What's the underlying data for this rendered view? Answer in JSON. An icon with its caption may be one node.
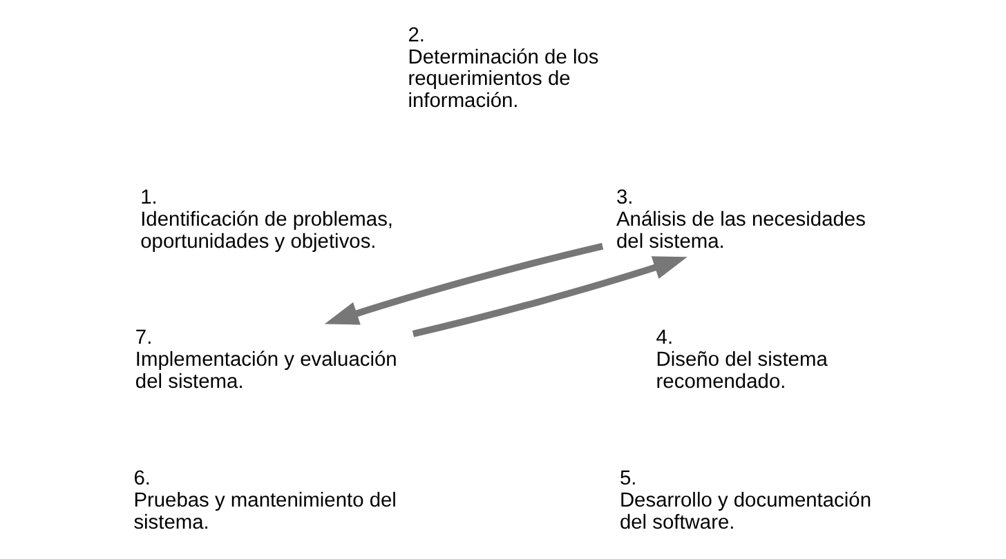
{
  "diagram": {
    "nodes": [
      {
        "text": [
          "1.",
          "Identificación de problemas, oportunidades y objetivos."
        ]
      },
      {
        "text": [
          "2.",
          "Determinación de los requerimientos de información."
        ]
      },
      {
        "text": [
          "3.",
          "Análisis de las necesidades del sistema."
        ]
      },
      {
        "text": [
          "4.",
          "Diseño del sistema recomendado."
        ]
      },
      {
        "text": [
          "5.",
          "Desarrollo y documentación del software."
        ]
      },
      {
        "text": [
          "6.",
          "Pruebas y mantenimiento del sistema."
        ]
      },
      {
        "text": [
          "7.",
          "Implementación y evaluación del sistema."
        ]
      }
    ],
    "edges": [
      {
        "from": 6,
        "to": 2,
        "arrow": "to"
      },
      {
        "from": 2,
        "to": 6,
        "arrow": "to"
      }
    ]
  }
}
